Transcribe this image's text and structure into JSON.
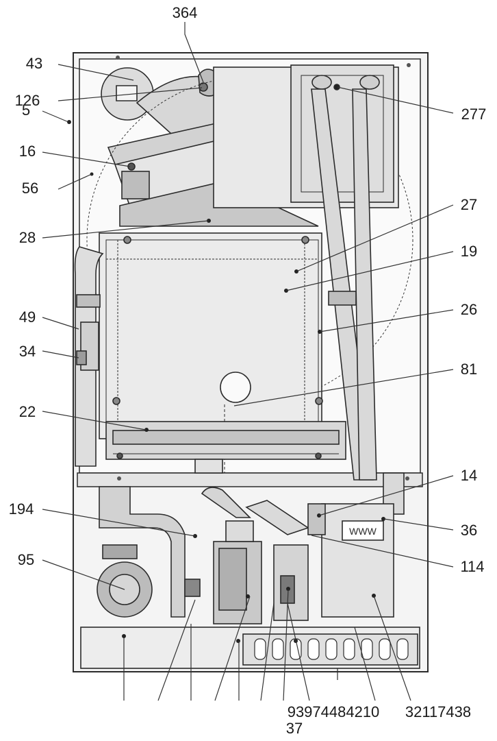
{
  "labels": {
    "l364": "364",
    "l43": "43",
    "l126": "126",
    "l5": "5",
    "l16": "16",
    "l56": "56",
    "l28": "28",
    "l49": "49",
    "l34": "34",
    "l22": "22",
    "l194": "194",
    "l95": "95",
    "l277": "277",
    "l27": "27",
    "l19": "19",
    "l26": "26",
    "l81": "81",
    "l14": "14",
    "l36": "36",
    "l114": "114",
    "l93974484210": "93974484210",
    "l37": "37",
    "l32117438": "32117438"
  },
  "colors": {
    "line": "#2b2b2b",
    "panel": "#f2f2f2",
    "part": "#cfcfcf",
    "dark": "#6e6e6e"
  }
}
